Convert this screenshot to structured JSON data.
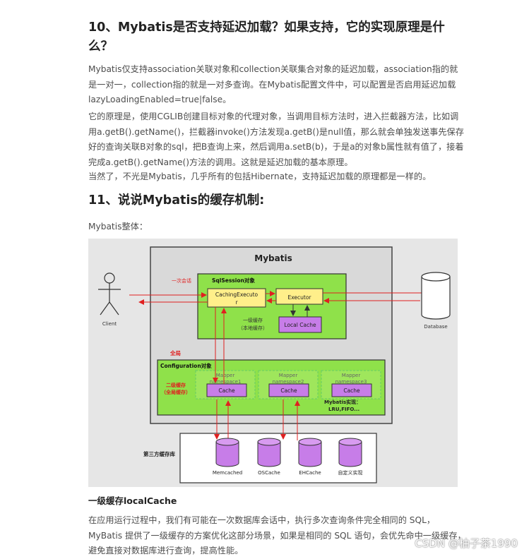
{
  "q10": {
    "title": "10、Mybatis是否支持延迟加载？如果支持，它的实现原理是什么？",
    "para1": "Mybatis仅支持association关联对象和collection关联集合对象的延迟加载，association指的就是一对一，collection指的就是一对多查询。在Mybatis配置文件中，可以配置是否启用延迟加载lazyLoadingEnabled=true|false。",
    "para2": "它的原理是，使用CGLIB创建目标对象的代理对象，当调用目标方法时，进入拦截器方法，比如调用a.getB().getName()，拦截器invoke()方法发现a.getB()是null值，那么就会单独发送事先保存好的查询关联B对象的sql，把B查询上来，然后调用a.setB(b)，于是a的对象b属性就有值了，接着完成a.getB().getName()方法的调用。这就是延迟加载的基本原理。",
    "para3": "当然了，不光是Mybatis，几乎所有的包括Hibernate，支持延迟加载的原理都是一样的。"
  },
  "q11": {
    "title": "11、说说Mybatis的缓存机制:",
    "intro": "Mybatis整体："
  },
  "diagram": {
    "mybatis": "Mybatis",
    "one_session": "一次会话",
    "sqlsession": "SqlSession对象",
    "caching_executor_1": "CachingExecuto",
    "caching_executor_2": "r",
    "executor": "Executor",
    "l1_cache_1": "一级缓存",
    "l1_cache_2": "（本地缓存）",
    "local_cache": "Local Cache",
    "client": "Client",
    "database": "Database",
    "global": "全局",
    "configuration": "Configuration对象",
    "l2_cache_1": "二级缓存",
    "l2_cache_2": "（全局缓存）",
    "ns1a": "Mapper",
    "ns1b": "namespace1",
    "ns2a": "Mapper",
    "ns2b": "namespace2",
    "ns3a": "Mapper",
    "ns3b": "namespace3",
    "cache": "Cache",
    "impl_1": "Mybatis实现：",
    "impl_2": "LRU,FIFO...",
    "third_party": "第三方缓存库",
    "stores": [
      "Memcached",
      "OSCache",
      "EHCache",
      "自定义实现"
    ]
  },
  "section_l1": {
    "heading": "一级缓存localCache",
    "para": "在应用运行过程中，我们有可能在一次数据库会话中，执行多次查询条件完全相同的 SQL，MyBatis 提供了一级缓存的方案优化这部分场景，如果是相同的 SQL 语句，会优先命中一级缓存，避免直接对数据库进行查询，提高性能。"
  },
  "watermark": "CSDN @柚子茶1990",
  "colors": {
    "green": "#8fe14a",
    "purple": "#c77de8",
    "yellow": "#ffef8a",
    "red": "#e02020",
    "dark": "#333333"
  }
}
